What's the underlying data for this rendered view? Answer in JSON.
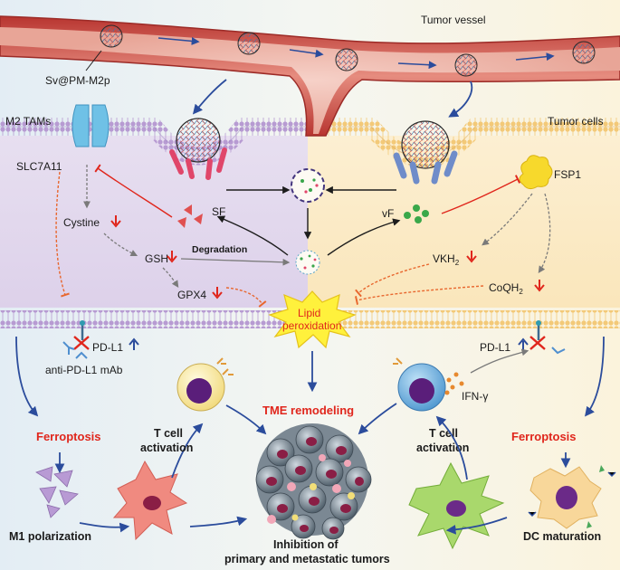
{
  "labels": {
    "tumor_vessel": "Tumor vessel",
    "nanoparticle": "Sv@PM-M2p",
    "m2_tams": "M2 TAMs",
    "tumor_cells": "Tumor cells",
    "slc7a11": "SLC7A11",
    "cystine": "Cystine",
    "gsh": "GSH",
    "gpx4": "GPX4",
    "sf": "SF",
    "vf": "vF",
    "fsp1": "FSP1",
    "degradation": "Degradation",
    "vkh2_main": "VKH",
    "vkh2_sub": "2",
    "coqh2_main": "CoQH",
    "coqh2_sub": "2",
    "lipid_line1": "Lipid",
    "lipid_line2": "peroxidation",
    "pdl1_left": "PD-L1",
    "pdl1_right": "PD-L1",
    "anti_pdl1": "anti-PD-L1 mAb",
    "ifn_gamma": "IFN-γ",
    "ferroptosis_left": "Ferroptosis",
    "ferroptosis_right": "Ferroptosis",
    "tcell_left_1": "T cell",
    "tcell_left_2": "activation",
    "tcell_right_1": "T cell",
    "tcell_right_2": "activation",
    "tme_remodeling": "TME remodeling",
    "m1_polarization": "M1 polarization",
    "dc_maturation": "DC maturation",
    "inhibition_1": "Inhibition of",
    "inhibition_2": "primary and metastatic tumors"
  },
  "colors": {
    "accent_red": "#e0261c",
    "arrow_blue": "#2b4c9c",
    "vessel_red": "#c8403a",
    "left_bg": "#e6def0",
    "right_bg": "#fbeed0",
    "membrane_left": "#a58bc6",
    "membrane_right": "#f2c979",
    "star_yellow": "#fff13c"
  }
}
